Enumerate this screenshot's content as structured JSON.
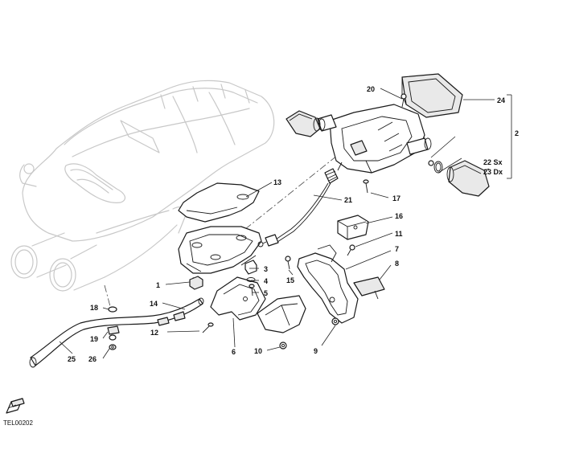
{
  "callouts": {
    "c1": "1",
    "c2": "2",
    "c3": "3",
    "c4": "4",
    "c5": "5",
    "c6": "6",
    "c7": "7",
    "c8": "8",
    "c9": "9",
    "c10": "10",
    "c11": "11",
    "c12": "12",
    "c13": "13",
    "c14": "14",
    "c15": "15",
    "c16": "16",
    "c17": "17",
    "c18": "18",
    "c19": "19",
    "c20": "20",
    "c21": "21",
    "c22": "22 Sx",
    "c23": "23 Dx",
    "c24": "24",
    "c25": "25",
    "c26": "26"
  },
  "drawing_code": "TEL00202",
  "icon": "shop-manual-book-icon",
  "colors": {
    "line": "#1a1a1a",
    "ghost": "#c8c8c8",
    "shade": "#e9e9e9"
  }
}
